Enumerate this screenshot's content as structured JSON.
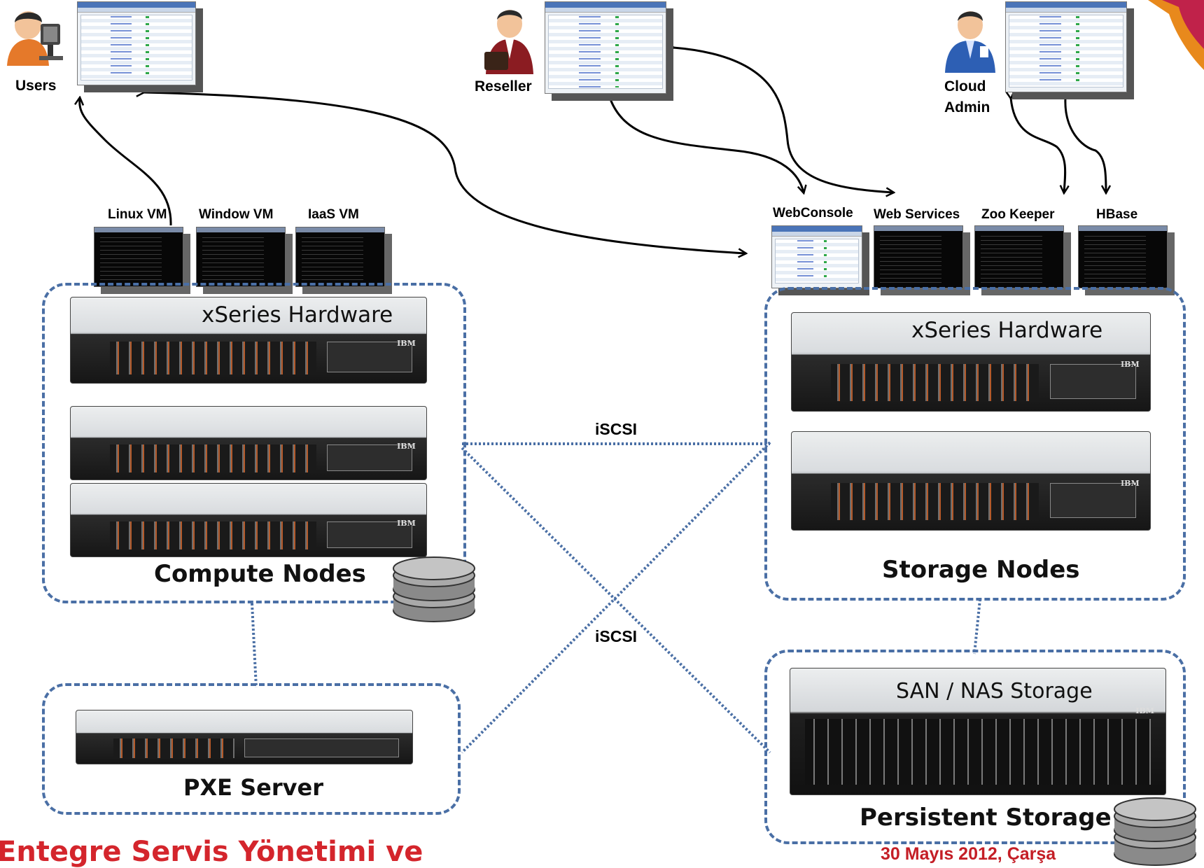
{
  "actors": {
    "users": "Users",
    "reseller": "Reseller",
    "cloud_admin": "Cloud\nAdmin"
  },
  "vms": {
    "linux": "Linux VM",
    "window": "Window VM",
    "iaas": "IaaS VM"
  },
  "services": {
    "webconsole": "WebConsole",
    "webservices": "Web Services",
    "zookeeper": "Zoo Keeper",
    "hbase": "HBase"
  },
  "compute": {
    "hardware": "xSeries Hardware",
    "title": "Compute Nodes"
  },
  "storage": {
    "hardware": "xSeries Hardware",
    "title": "Storage Nodes"
  },
  "persistent": {
    "hardware": "SAN / NAS Storage",
    "title": "Persistent Storage"
  },
  "pxe": {
    "title": "PXE Server"
  },
  "links": {
    "iscsi_top": "iSCSI",
    "iscsi_mid": "iSCSI"
  },
  "footer": {
    "left": "Entegre Servis Yönetimi ve",
    "right": "30 Mayıs 2012, Çarşa"
  },
  "colors": {
    "group_border": "#4a6fa5",
    "link_dotted": "#4a6fa5",
    "footer_red": "#d4252c",
    "screen_header": "#4a74b8"
  }
}
